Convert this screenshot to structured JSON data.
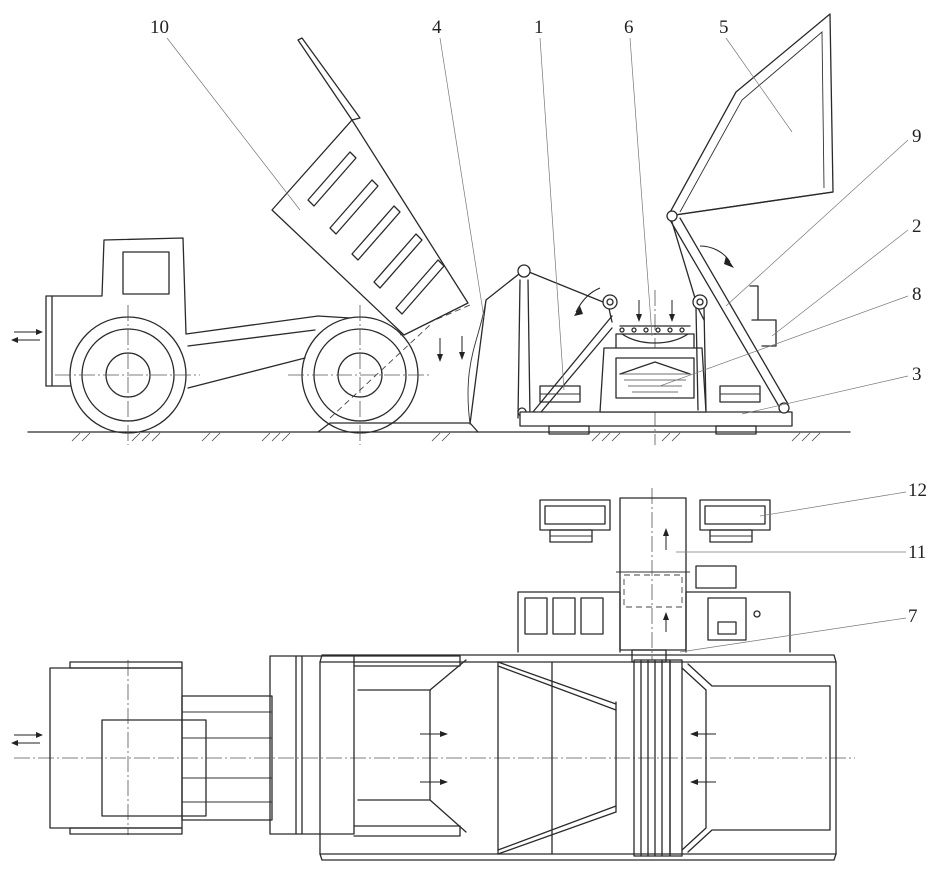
{
  "labels": {
    "n1": "1",
    "n2": "2",
    "n3": "3",
    "n4": "4",
    "n5": "5",
    "n6": "6",
    "n7": "7",
    "n8": "8",
    "n9": "9",
    "n10": "10",
    "n11": "11",
    "n12": "12"
  },
  "colors": {
    "line": "#2a2a2a",
    "background": "#ffffff"
  }
}
